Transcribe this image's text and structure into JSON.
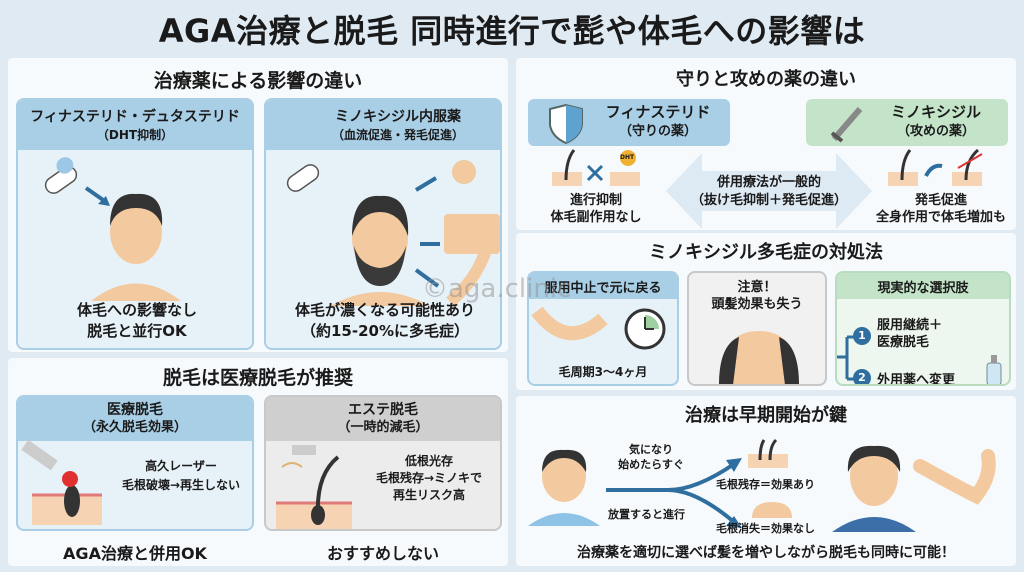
{
  "title": "AGA治療と脱毛 同時進行で髭や体毛への影響は",
  "watermark": "©aga.clinic",
  "s1": {
    "title": "治療薬による影響の違い",
    "left": {
      "name": "フィナステリド・デュタステリド",
      "sub": "（DHT抑制）",
      "result1": "体毛への影響なし",
      "result2": "脱毛と並行OK"
    },
    "right": {
      "name": "ミノキシジル内服薬",
      "sub": "（血流促進・発毛促進）",
      "result1": "体毛が濃くなる可能性あり",
      "result2": "（約15-20%に多毛症）"
    }
  },
  "s2": {
    "title": "脱毛は医療脱毛が推奨",
    "left": {
      "name": "医療脱毛",
      "sub": "（永久脱毛効果）",
      "d1": "高久レーザー",
      "d2": "毛根破壊→再生しない",
      "verdict": "AGA治療と併用OK"
    },
    "right": {
      "name": "エステ脱毛",
      "sub": "（一時的減毛）",
      "d1": "低根光存",
      "d2": "毛根残存→ミノキで",
      "d3": "再生リスク高",
      "verdict": "おすすめしない"
    }
  },
  "s3": {
    "title": "守りと攻めの薬の違い",
    "left": {
      "name": "フィナステリド",
      "sub": "（守りの薬）",
      "d1": "進行抑制",
      "d2": "体毛副作用なし",
      "badge": "DHT"
    },
    "center1": "併用療法が一般的",
    "center2": "（抜け毛抑制＋発毛促進）",
    "right": {
      "name": "ミノキシジル",
      "sub": "（攻めの薬）",
      "d1": "発毛促進",
      "d2": "全身作用で体毛増加も"
    }
  },
  "s4": {
    "title": "ミノキシジル多毛症の対処法",
    "c1": {
      "head": "服用中止で元に戻る",
      "foot": "毛周期3〜4ヶ月"
    },
    "c2": {
      "l1": "注意！",
      "l2": "頭髪効果も失う"
    },
    "c3": {
      "head": "現実的な選択肢",
      "o1n": "1",
      "o1a": "服用継続＋",
      "o1b": "医療脱毛",
      "o2n": "2",
      "o2": "外用薬へ変更"
    }
  },
  "s5": {
    "title": "治療は早期開始が鍵",
    "up1": "気になり",
    "up2": "始めたらすぐ",
    "down": "放置すると進行",
    "good": "毛根残存＝効果あり",
    "bad": "毛根消失＝効果なし",
    "bottom": "治療薬を適切に選べば髪を増やしながら脱毛も同時に可能！"
  },
  "colors": {
    "blue_header": "#a9cfe6",
    "green_header": "#c3e4c8",
    "gray_header": "#cfcfcf",
    "arrow": "#2f6f9f"
  }
}
